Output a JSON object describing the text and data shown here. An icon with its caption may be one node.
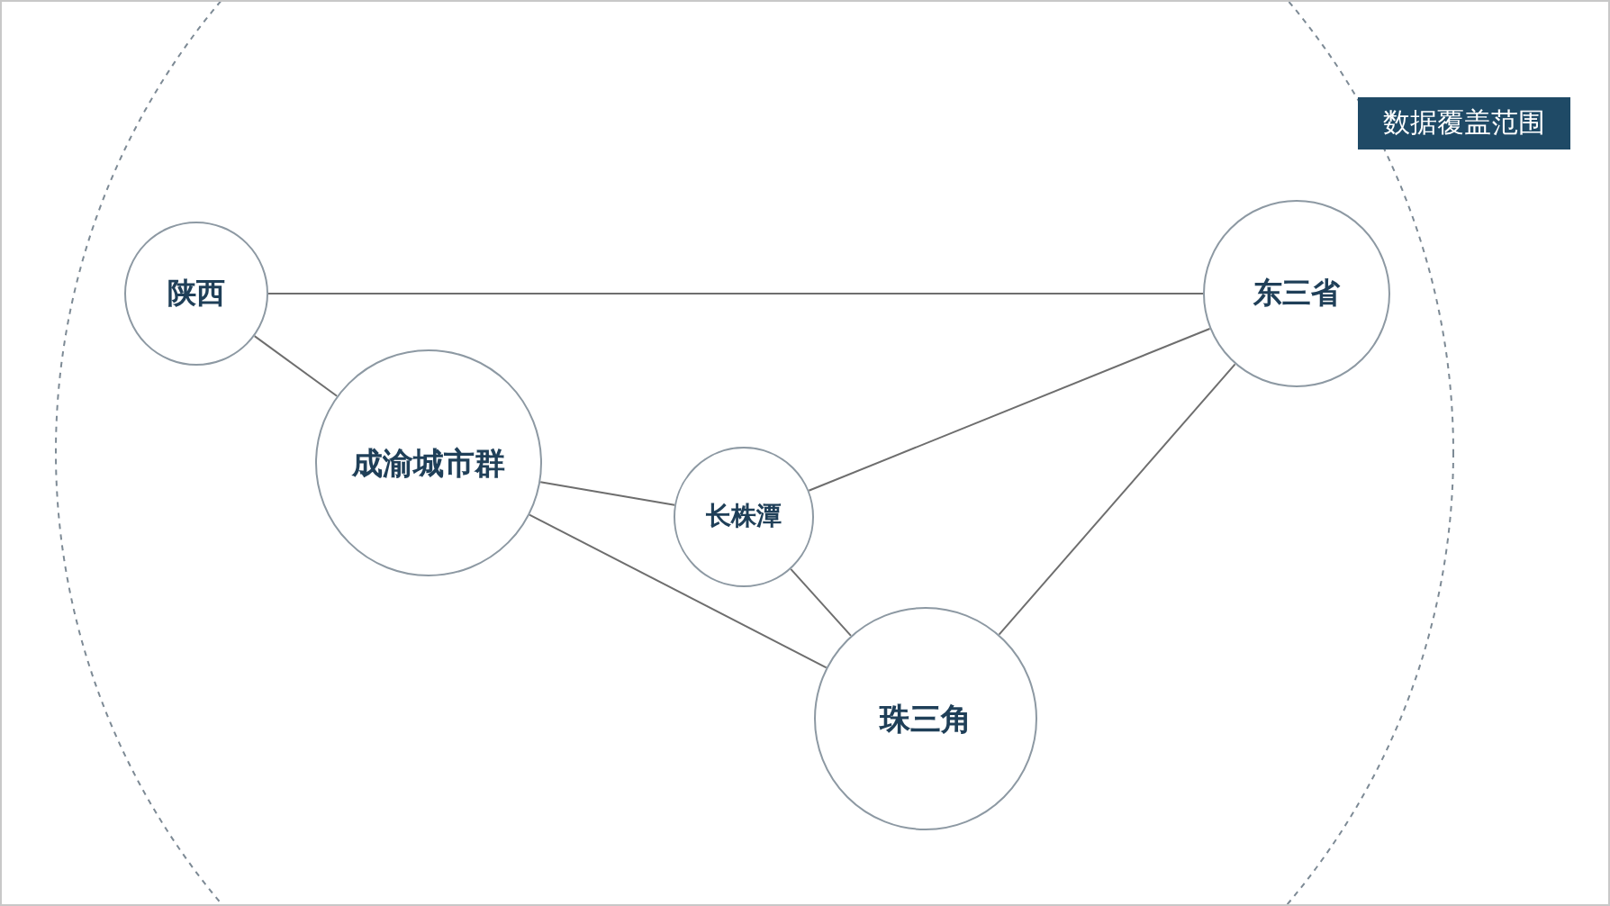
{
  "diagram": {
    "title": "数据覆盖范围",
    "nodes": [
      {
        "text": [
          "陕西"
        ]
      },
      {
        "text": [
          "成渝城市群"
        ]
      },
      {
        "text": [
          "长株潭"
        ]
      },
      {
        "text": [
          "东三省"
        ]
      },
      {
        "text": [
          "珠三角"
        ]
      }
    ],
    "edges": [
      {
        "from": 0,
        "to": 3,
        "arrow": "none"
      },
      {
        "from": 0,
        "to": 1,
        "arrow": "none"
      },
      {
        "from": 1,
        "to": 2,
        "arrow": "none"
      },
      {
        "from": 1,
        "to": 4,
        "arrow": "none"
      },
      {
        "from": 2,
        "to": 3,
        "arrow": "none"
      },
      {
        "from": 2,
        "to": 4,
        "arrow": "none"
      },
      {
        "from": 4,
        "to": 3,
        "arrow": "none"
      }
    ]
  }
}
